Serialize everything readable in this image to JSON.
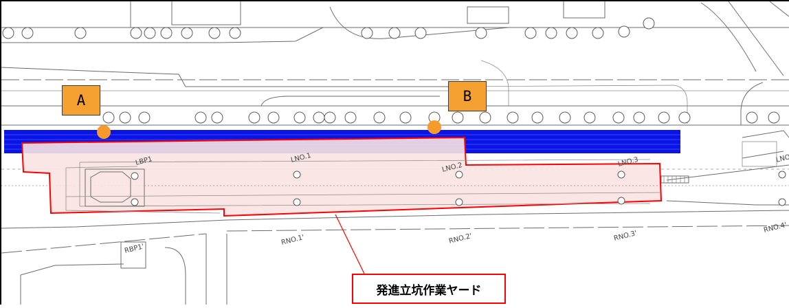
{
  "markers": [
    {
      "label": "A",
      "color": "#f5a131"
    },
    {
      "label": "B",
      "color": "#f5a131"
    }
  ],
  "colors": {
    "pipe": "#0a14e6",
    "yard_outline": "#ff0000",
    "yard_fill": "#fbe3e3",
    "marker_fill": "#f5a131",
    "point_dot": "#f59a2b"
  },
  "plan_labels": {
    "lbp1": "LBP1",
    "lno1": "LNO.1",
    "lno2": "LNO.2",
    "lno3": "LNO.3",
    "lno4": "LNO",
    "rbp1": "RBP1'",
    "rno1": "RNO.1'",
    "rno2": "RNO.2'",
    "rno3": "RNO.3'",
    "rno4": "RNO.4'"
  },
  "callout": {
    "text": "発進立坑作業ヤード"
  }
}
